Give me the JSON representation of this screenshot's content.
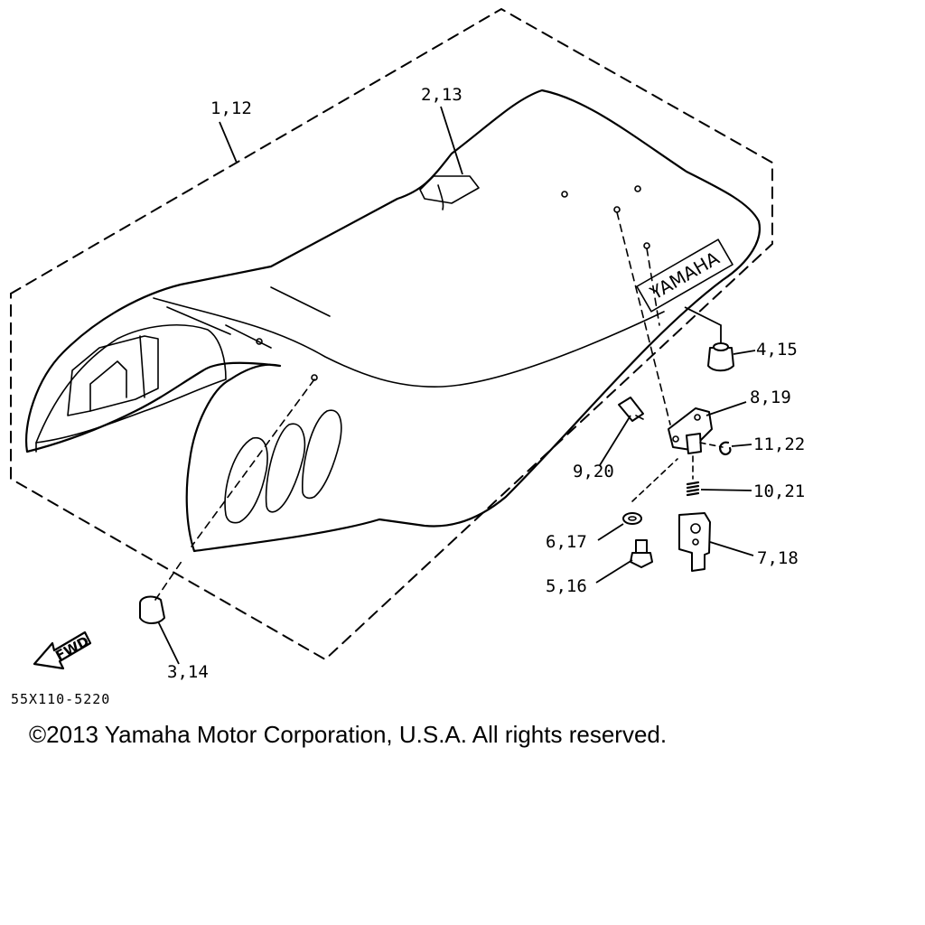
{
  "diagram": {
    "brand_logo": "YAMAHA",
    "front_arrow_label": "FWD",
    "drawing_code": "55X110-5220",
    "callouts": [
      {
        "id": "c1",
        "text": "1,12"
      },
      {
        "id": "c2",
        "text": "2,13"
      },
      {
        "id": "c3",
        "text": "3,14"
      },
      {
        "id": "c4",
        "text": "4,15"
      },
      {
        "id": "c5",
        "text": "5,16"
      },
      {
        "id": "c6",
        "text": "6,17"
      },
      {
        "id": "c7",
        "text": "7,18"
      },
      {
        "id": "c8",
        "text": "8,19"
      },
      {
        "id": "c9",
        "text": "9,20"
      },
      {
        "id": "c10",
        "text": "10,21"
      },
      {
        "id": "c11",
        "text": "11,22"
      }
    ]
  },
  "footer": {
    "copyright": "©2013 Yamaha Motor Corporation, U.S.A. All rights reserved."
  }
}
